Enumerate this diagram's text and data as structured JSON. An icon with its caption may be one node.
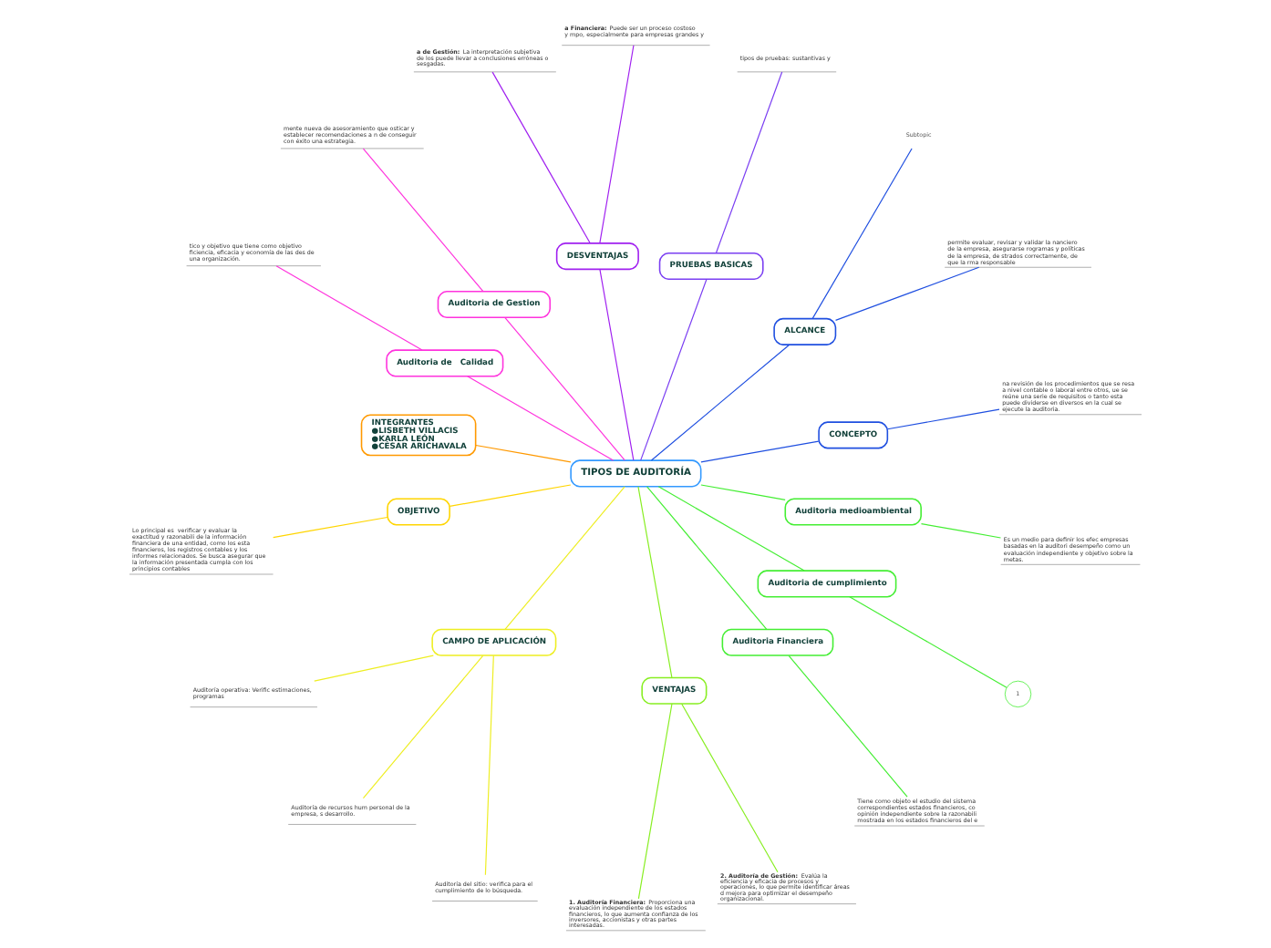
{
  "diagram": {
    "nodes": [
      {
        "text": [
          "TIPOS DE AUDITORÍA"
        ]
      },
      {
        "text": [
          "CONCEPTO"
        ]
      },
      {
        "text": [
          "na revisión de los procedimientos que se resa a nivel contable o laboral entre otros, ue se reúne una serie de requisitos o tanto esta puede dividerse en diversos en la cual se ejecute la auditoria."
        ]
      },
      {
        "text": [
          "ALCANCE"
        ]
      },
      {
        "text": [
          "permite evaluar, revisar y validar la nanciero de la empresa, asegurarse rogramas y políticas de la empresa, de strados correctamente, de que la rma responsable"
        ]
      },
      {
        "text": [
          "Subtopic"
        ]
      },
      {
        "text": [
          "PRUEBAS BASICAS"
        ]
      },
      {
        "text": [
          "tipos de pruebas: sustantivas y"
        ]
      },
      {
        "text": [
          "DESVENTAJAS"
        ]
      },
      {
        "text": [
          "**a Financiera:** Puede ser un proceso costoso y mpo, especialmente para empresas grandes y"
        ]
      },
      {
        "text": [
          "**a de Gestión:** La interpretación subjetiva de los puede llevar a conclusiones erróneas o sesgadas."
        ]
      },
      {
        "text": [
          "Auditoria de Gestion"
        ]
      },
      {
        "text": [
          "mente nueva de asesoramiento que osticar y establecer recomendaciones a n de conseguir con éxito una estrategia."
        ]
      },
      {
        "text": [
          "Auditoria de   Calidad"
        ]
      },
      {
        "text": [
          "tico y objetivo que tiene como objetivo ficiencia, eficacia y economía de las des de una organización."
        ]
      },
      {
        "text": [
          "INTEGRANTES",
          "●LISBETH VILLACIS",
          "●KARLA LEÓN",
          "●CÉSAR ARICHAVALA"
        ]
      },
      {
        "text": [
          "OBJETIVO"
        ]
      },
      {
        "text": [
          "Lo principal es  verificar y evaluar la exactitud y razonabili de la información financiera de una entidad, como los esta financieros, los registros contables y los informes relacionados. Se busca asegurar que la información presentada cumpla con los principios contables"
        ]
      },
      {
        "text": [
          "CAMPO DE APLICACIÓN"
        ]
      },
      {
        "text": [
          "Auditoría operativa: Verific estimaciones, programas"
        ]
      },
      {
        "text": [
          "Auditoría de recursos hum personal de la empresa, s desarrollo."
        ]
      },
      {
        "text": [
          "Auditoría del sitio: verifica para el cumplimiento de lo búsqueda."
        ]
      },
      {
        "text": [
          "VENTAJAS"
        ]
      },
      {
        "text": [
          "**1. Auditoría Financiera:** Proporciona una evaluación independiente de los estados financieros, lo que aumenta confianza de los inversores, accionistas y otras partes interesadas."
        ]
      },
      {
        "text": [
          "**2. Auditoría de Gestión:** Evalúa la eficiencia y eficacia de procesos y operaciones, lo que permite identificar áreas d mejora para optimizar el desempeño organizacional."
        ]
      },
      {
        "text": [
          "Auditoria Financiera"
        ]
      },
      {
        "text": [
          "Tiene como objeto el estudio del sistema correspondientes estados financieros, co opinión independiente sobre la razonabili mostrada en los estados financieros del e"
        ]
      },
      {
        "text": [
          "Auditoria de cumplimiento"
        ]
      },
      {
        "text": [
          "1"
        ]
      },
      {
        "text": [
          "Auditoria medioambiental"
        ]
      },
      {
        "text": [
          "Es un medio para definir los efec empresas basadas en la auditori desempeño como un evaluación independiente y objetivo sobre la metas."
        ]
      }
    ],
    "edges": [
      {
        "from": 0,
        "to": 1,
        "arrow": "none",
        "color": "#1f4fe0"
      },
      {
        "from": 1,
        "to": 2,
        "arrow": "none",
        "color": "#1f4fe0"
      },
      {
        "from": 0,
        "to": 3,
        "arrow": "none",
        "color": "#1f4fe0"
      },
      {
        "from": 3,
        "to": 4,
        "arrow": "none",
        "color": "#1f4fe0"
      },
      {
        "from": 3,
        "to": 5,
        "arrow": "none",
        "color": "#1f4fe0"
      },
      {
        "from": 0,
        "to": 6,
        "arrow": "none",
        "color": "#7b3ff2"
      },
      {
        "from": 6,
        "to": 7,
        "arrow": "none",
        "color": "#7b3ff2"
      },
      {
        "from": 0,
        "to": 8,
        "arrow": "none",
        "color": "#a020f0"
      },
      {
        "from": 8,
        "to": 9,
        "arrow": "none",
        "color": "#a020f0"
      },
      {
        "from": 8,
        "to": 10,
        "arrow": "none",
        "color": "#a020f0"
      },
      {
        "from": 0,
        "to": 11,
        "arrow": "none",
        "color": "#ff33dd"
      },
      {
        "from": 11,
        "to": 12,
        "arrow": "none",
        "color": "#ff33dd"
      },
      {
        "from": 0,
        "to": 13,
        "arrow": "none",
        "color": "#ff33dd"
      },
      {
        "from": 13,
        "to": 14,
        "arrow": "none",
        "color": "#ff33dd"
      },
      {
        "from": 0,
        "to": 15,
        "arrow": "none",
        "color": "#ff9900"
      },
      {
        "from": 0,
        "to": 16,
        "arrow": "none",
        "color": "#ffd500"
      },
      {
        "from": 16,
        "to": 17,
        "arrow": "none",
        "color": "#ffd500"
      },
      {
        "from": 0,
        "to": 18,
        "arrow": "none",
        "color": "#eeee22"
      },
      {
        "from": 18,
        "to": 19,
        "arrow": "none",
        "color": "#eeee22"
      },
      {
        "from": 18,
        "to": 20,
        "arrow": "none",
        "color": "#eeee22"
      },
      {
        "from": 18,
        "to": 21,
        "arrow": "none",
        "color": "#eeee22"
      },
      {
        "from": 0,
        "to": 22,
        "arrow": "none",
        "color": "#88ee22"
      },
      {
        "from": 22,
        "to": 23,
        "arrow": "none",
        "color": "#88ee22"
      },
      {
        "from": 22,
        "to": 24,
        "arrow": "none",
        "color": "#88ee22"
      },
      {
        "from": 0,
        "to": 25,
        "arrow": "none",
        "color": "#44ee33"
      },
      {
        "from": 25,
        "to": 26,
        "arrow": "none",
        "color": "#44ee33"
      },
      {
        "from": 0,
        "to": 27,
        "arrow": "none",
        "color": "#44ee33"
      },
      {
        "from": 27,
        "to": 28,
        "arrow": "none",
        "color": "#44ee33"
      },
      {
        "from": 0,
        "to": 29,
        "arrow": "none",
        "color": "#44ee33"
      },
      {
        "from": 29,
        "to": 30,
        "arrow": "none",
        "color": "#44ee33"
      }
    ]
  }
}
